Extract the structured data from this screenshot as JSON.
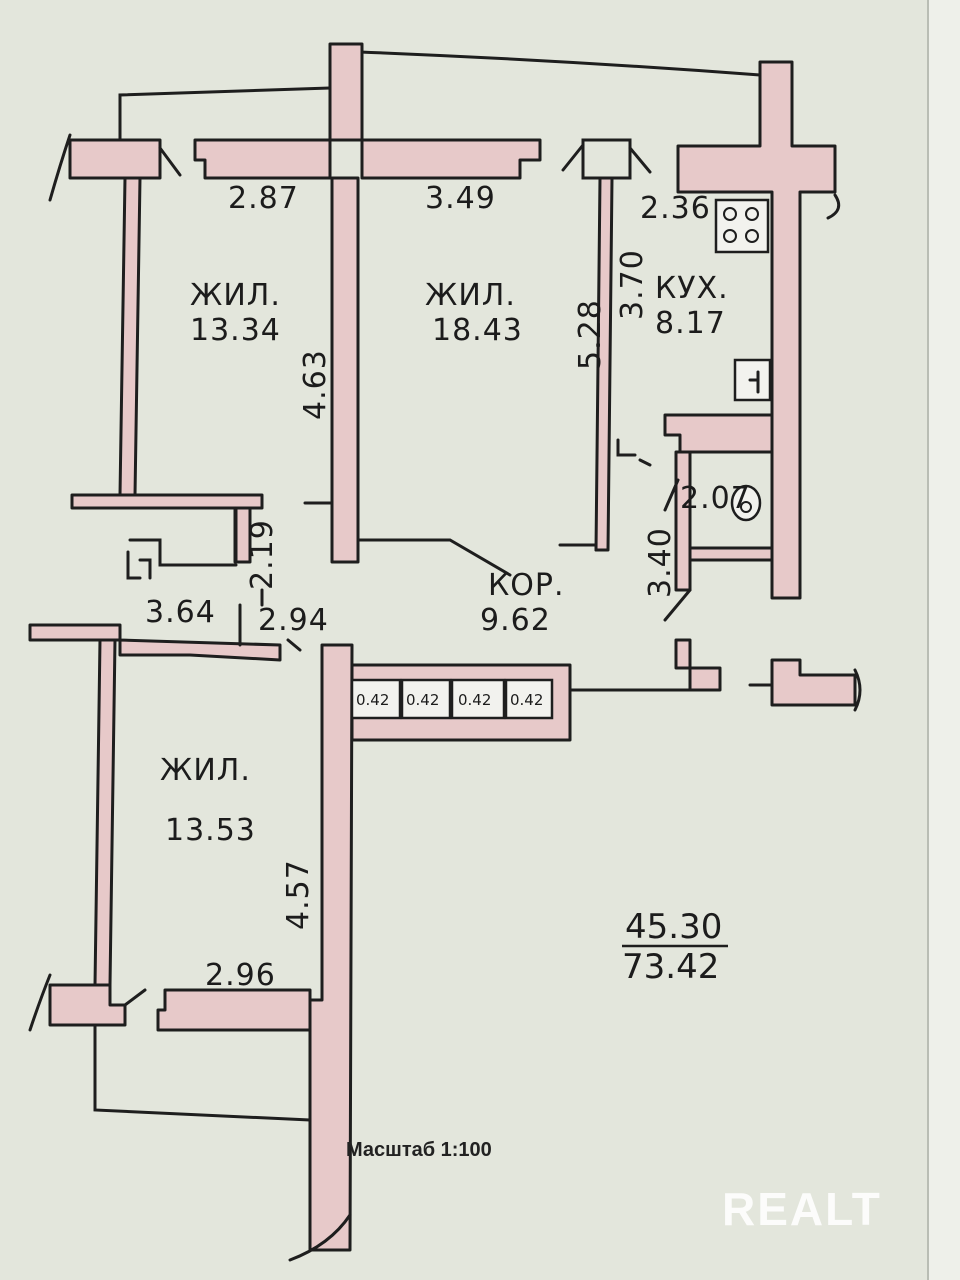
{
  "rooms": [
    {
      "label": "ЖИЛ.",
      "area": "13.34"
    },
    {
      "label": "ЖИЛ.",
      "area": "18.43"
    },
    {
      "label": "КУХ.",
      "area": "8.17"
    },
    {
      "label": "КОР.",
      "area": "9.62"
    },
    {
      "label": "ЖИЛ.",
      "area": "13.53"
    }
  ],
  "dimensions": {
    "room1_width": "2.87",
    "room1_length": "4.63",
    "room2_width": "3.49",
    "room2_length": "5.28",
    "kitchen_width": "2.36",
    "kitchen_length": "3.70",
    "bath_width": "2.19",
    "bath_area": "3.64",
    "hall_width": "2.94",
    "wc_width": "2.07",
    "wc_length": "3.40",
    "closet_1": "0.42",
    "closet_2": "0.42",
    "closet_3": "0.42",
    "closet_4": "0.42",
    "room3_length": "4.57",
    "room3_width": "2.96"
  },
  "totals": {
    "living_area": "45.30",
    "total_area": "73.42"
  },
  "scale_label": "Масштаб 1:100",
  "watermark": "REALT",
  "colors": {
    "wall_fill": "#e7c9c9",
    "paper": "#e3e6dc",
    "ink": "#1e1e1e"
  }
}
